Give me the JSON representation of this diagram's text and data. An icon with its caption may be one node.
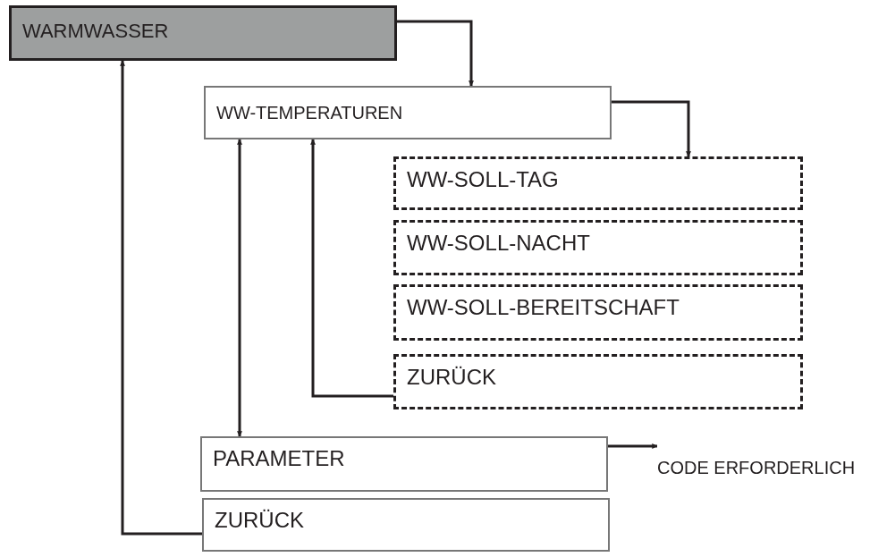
{
  "diagram": {
    "nodes": [
      {
        "text": [
          "WARMWASSER"
        ]
      },
      {
        "text": [
          "WW-TEMPERATUREN"
        ]
      },
      {
        "text": [
          "WW-SOLL-TAG"
        ]
      },
      {
        "text": [
          "WW-SOLL-NACHT"
        ]
      },
      {
        "text": [
          "WW-SOLL-BEREITSCHAFT"
        ]
      },
      {
        "text": [
          "ZURÜCK"
        ]
      },
      {
        "text": [
          "PARAMETER"
        ]
      },
      {
        "text": [
          "ZURÜCK"
        ]
      },
      {
        "text": [
          "CODE ERFORDERLICH"
        ]
      }
    ],
    "edges": [
      {
        "from": 0,
        "to": 1,
        "arrow": "to"
      },
      {
        "from": 1,
        "to": 2,
        "arrow": "to"
      },
      {
        "from": 1,
        "to": 6,
        "arrow": "both"
      },
      {
        "from": 5,
        "to": 1,
        "arrow": "to"
      },
      {
        "from": 7,
        "to": 0,
        "arrow": "to"
      },
      {
        "from": 6,
        "to": 8,
        "arrow": "to"
      }
    ]
  }
}
